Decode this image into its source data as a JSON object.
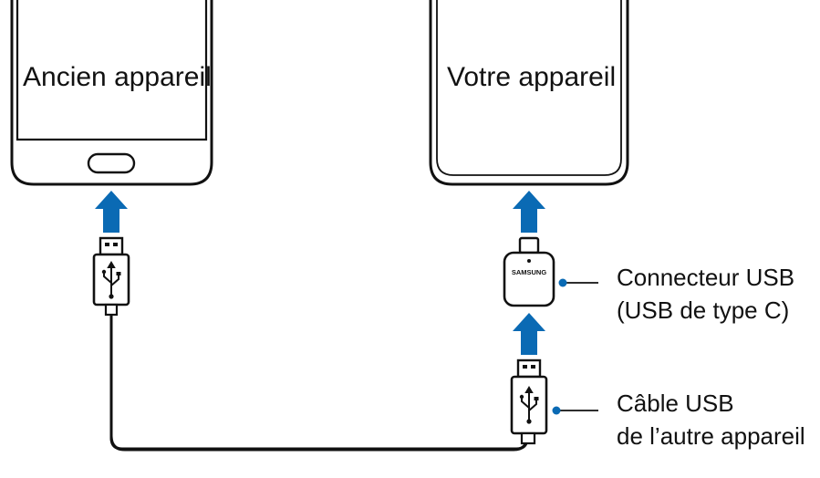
{
  "phones": {
    "old_device": {
      "label": "Ancien appareil"
    },
    "your_device": {
      "label": "Votre appareil"
    }
  },
  "adapter": {
    "brand": "SAMSUNG"
  },
  "callouts": {
    "usb_connector": {
      "line1": "Connecteur USB",
      "line2": "(USB de type C)"
    },
    "usb_cable": {
      "line1": "Câble USB",
      "line2": "de l’autre appareil"
    }
  },
  "colors": {
    "arrow": "#0a6ab4",
    "callout_dot": "#0a6ab4",
    "outline": "#111111",
    "background": "#ffffff"
  },
  "icons": [
    "usb-symbol-icon",
    "arrow-up-icon",
    "home-button-icon"
  ]
}
